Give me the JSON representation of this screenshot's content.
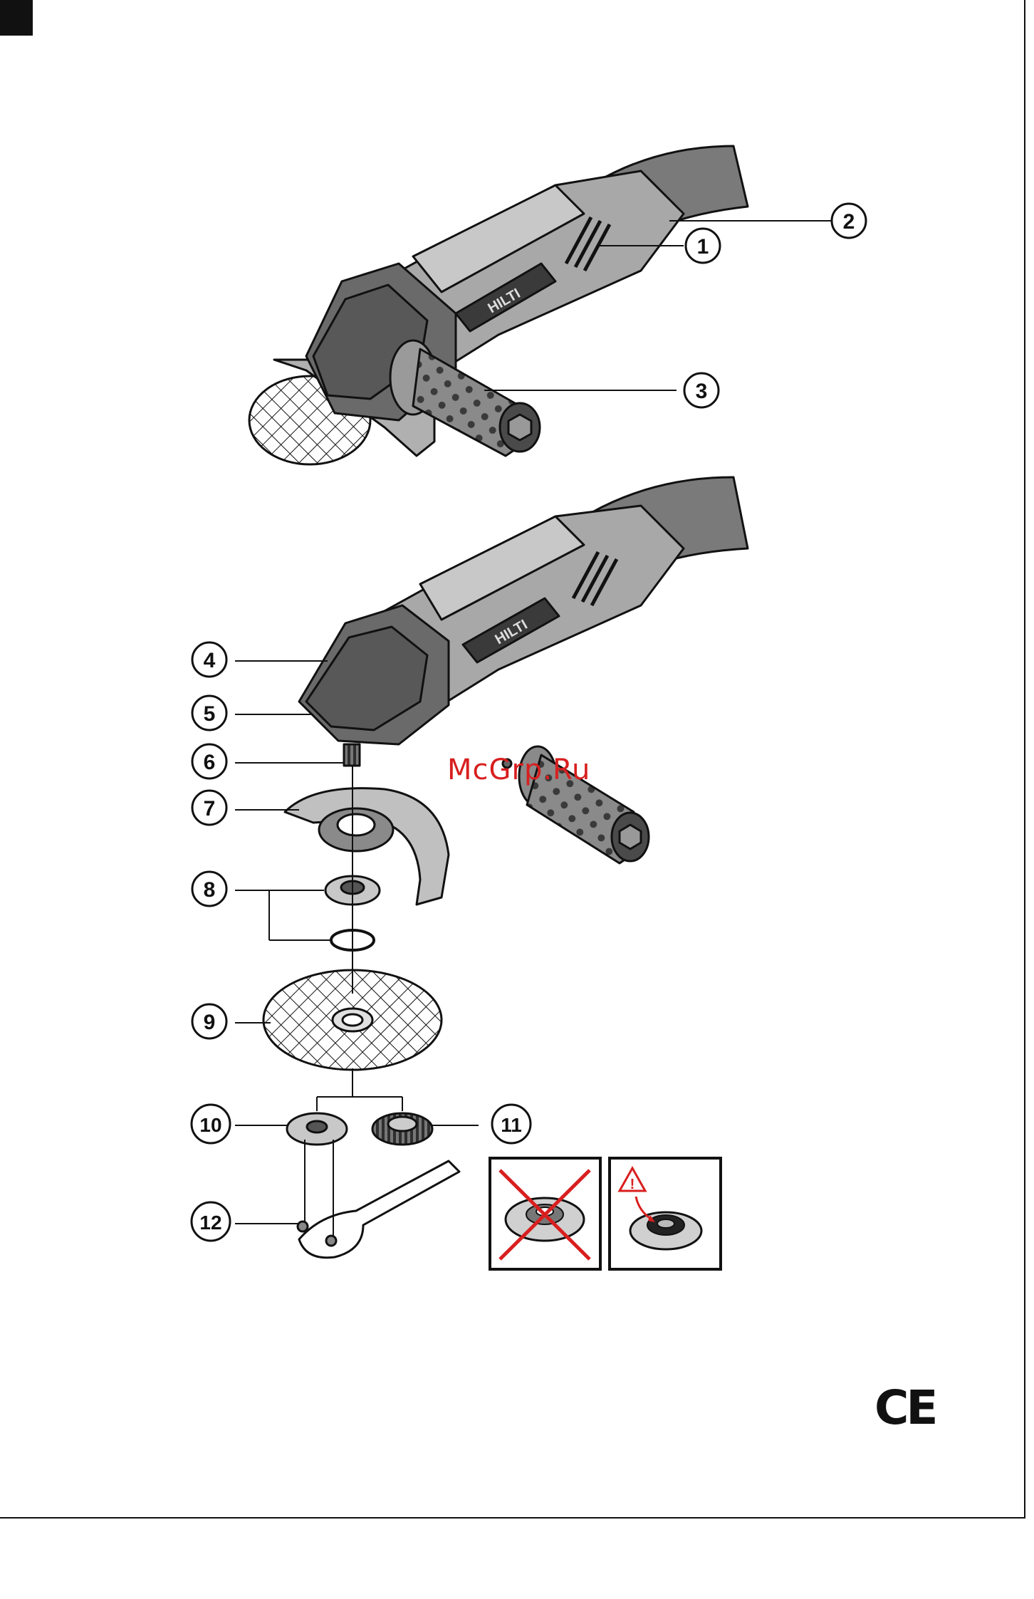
{
  "callouts": [
    {
      "id": "c1",
      "label": "1"
    },
    {
      "id": "c2",
      "label": "2"
    },
    {
      "id": "c3",
      "label": "3"
    },
    {
      "id": "c4",
      "label": "4"
    },
    {
      "id": "c5",
      "label": "5"
    },
    {
      "id": "c6",
      "label": "6"
    },
    {
      "id": "c7",
      "label": "7"
    },
    {
      "id": "c8",
      "label": "8"
    },
    {
      "id": "c9",
      "label": "9"
    },
    {
      "id": "c10",
      "label": "10"
    },
    {
      "id": "c11",
      "label": "11"
    },
    {
      "id": "c12",
      "label": "12"
    }
  ],
  "brand_logo": "HILTI",
  "watermark": "McGrp.Ru",
  "ce_mark": "CE",
  "warning_symbol": "!",
  "icons": [
    "wrong-flange-cross-icon",
    "warning-triangle-icon",
    "ce-mark-icon"
  ],
  "colors": {
    "body": "#9a9a9a",
    "body_light": "#c4c4c4",
    "body_dark": "#4a4a4a",
    "outline": "#111111",
    "warning_red": "#d81f1f"
  }
}
